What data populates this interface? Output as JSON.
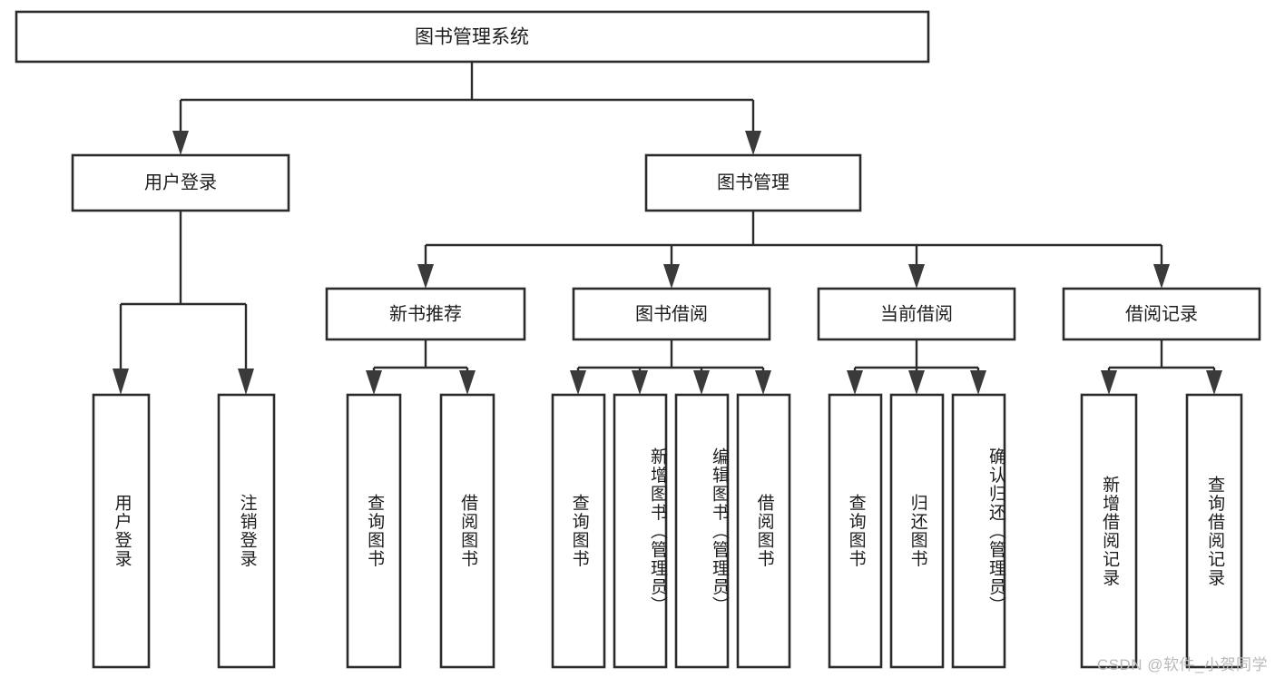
{
  "diagram": {
    "title": "图书管理系统",
    "type": "tree",
    "watermark": "CSDN @软件_小贺同学",
    "colors": {
      "stroke": "#2b2b2b",
      "fill": "#ffffff",
      "text": "#1d1d1d",
      "watermark": "#b9b9b9",
      "arrow": "#3a3a3a"
    },
    "root": {
      "label": "图书管理系统"
    },
    "level2": [
      {
        "label": "用户登录"
      },
      {
        "label": "图书管理"
      }
    ],
    "level3": [
      {
        "label": "新书推荐"
      },
      {
        "label": "图书借阅"
      },
      {
        "label": "当前借阅"
      },
      {
        "label": "借阅记录"
      }
    ],
    "leaves": {
      "user_login": [
        {
          "label": "用户登录"
        },
        {
          "label": "注销登录"
        }
      ],
      "new_book_recommend": [
        {
          "label": "查询图书"
        },
        {
          "label": "借阅图书"
        }
      ],
      "book_borrow": [
        {
          "label": "查询图书"
        },
        {
          "label": "新增图书（管理员）"
        },
        {
          "label": "编辑图书（管理员）"
        },
        {
          "label": "借阅图书"
        }
      ],
      "current_borrow": [
        {
          "label": "查询图书"
        },
        {
          "label": "归还图书"
        },
        {
          "label": "确认归还（管理员）"
        }
      ],
      "borrow_record": [
        {
          "label": "新增借阅记录"
        },
        {
          "label": "查询借阅记录"
        }
      ]
    }
  }
}
